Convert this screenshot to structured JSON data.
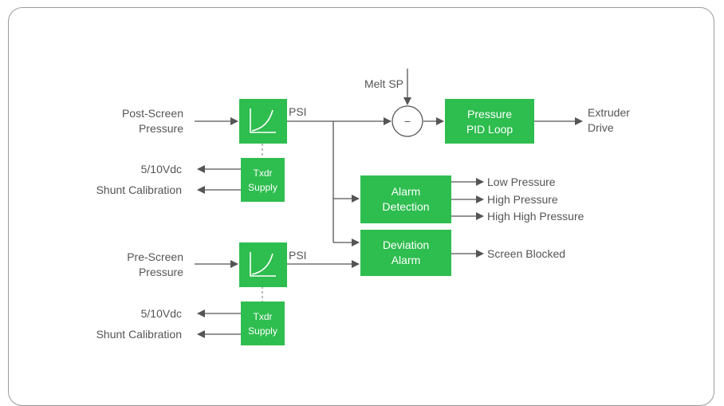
{
  "colors": {
    "block": "#2ebd4f",
    "line": "#555555",
    "frame": "#9a9a9a",
    "text": "#555555"
  },
  "icons": {
    "transducer": "curve-graph-icon",
    "summing_junction": "minus-circle-icon"
  },
  "inputs": {
    "post_screen": [
      "Post-Screen",
      "Pressure"
    ],
    "pre_screen": [
      "Pre-Screen",
      "Pressure"
    ],
    "setpoint": "Melt SP"
  },
  "signals": {
    "psi_top": "PSI",
    "psi_bottom": "PSI",
    "summing_sign": "−"
  },
  "blocks": {
    "txdr_supply_top": [
      "Txdr",
      "Supply"
    ],
    "txdr_supply_bottom": [
      "Txdr",
      "Supply"
    ],
    "pid": [
      "Pressure",
      "PID Loop"
    ],
    "alarm_detection": [
      "Alarm",
      "Detection"
    ],
    "deviation_alarm": [
      "Deviation",
      "Alarm"
    ]
  },
  "outputs": {
    "extruder": [
      "Extruder",
      "Drive"
    ],
    "low_pressure": "Low Pressure",
    "high_pressure": "High Pressure",
    "high_high_pressure": "High High Pressure",
    "screen_blocked": "Screen Blocked",
    "vdc_top": "5/10Vdc",
    "shunt_top": "Shunt Calibration",
    "vdc_bottom": "5/10Vdc",
    "shunt_bottom": "Shunt Calibration"
  }
}
